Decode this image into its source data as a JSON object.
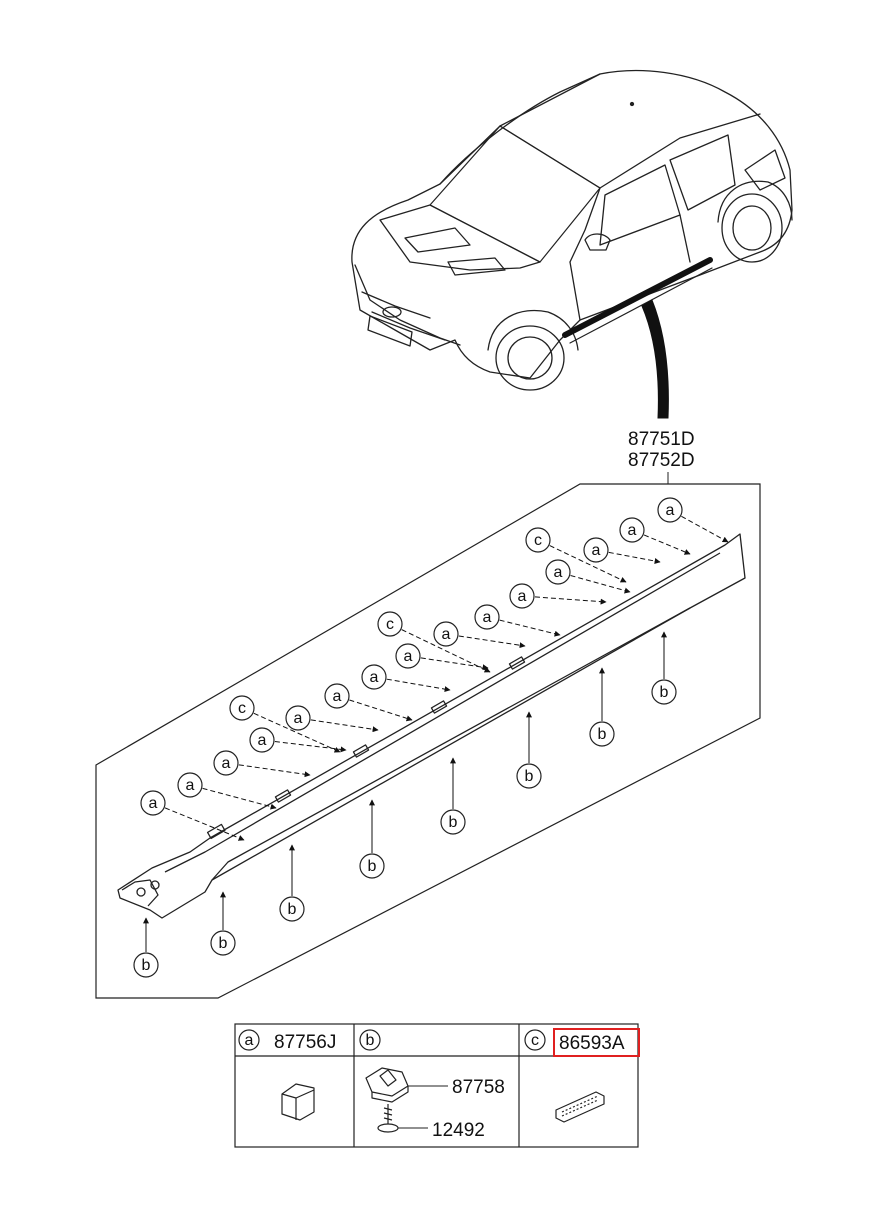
{
  "diagram": {
    "main_part_numbers": [
      "87751D",
      "87752D"
    ],
    "callout_letters": {
      "a": "a",
      "b": "b",
      "c": "c"
    }
  },
  "legend": {
    "a": {
      "letter": "a",
      "part_number": "87756J"
    },
    "b": {
      "letter": "b",
      "parts": [
        {
          "part_number": "87758"
        },
        {
          "part_number": "12492"
        }
      ]
    },
    "c": {
      "letter": "c",
      "part_number": "86593A",
      "highlight_color": "#e02020"
    }
  }
}
